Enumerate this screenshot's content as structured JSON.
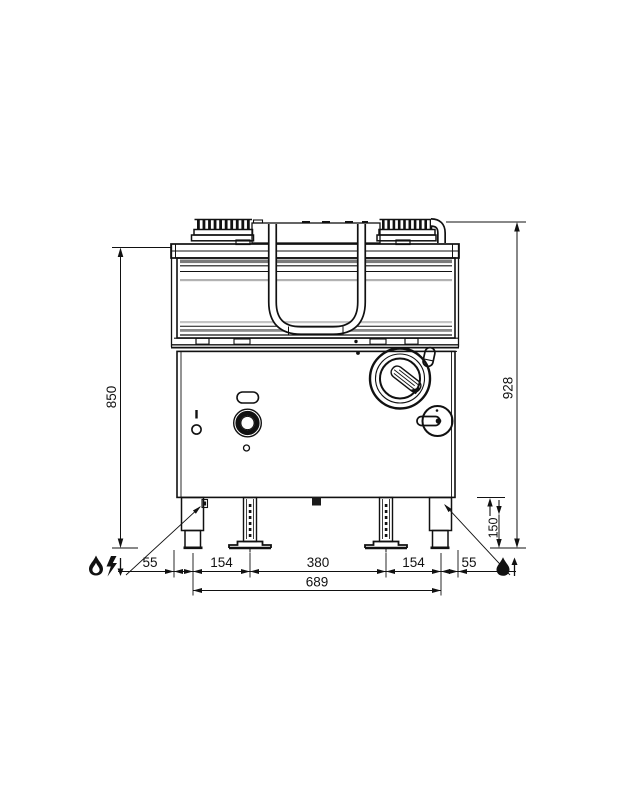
{
  "drawing": {
    "type": "technical-front-elevation",
    "subject": "gas tilting bratt pan on four legs",
    "dimensions": {
      "height_to_worktop": "850",
      "height_overall": "928",
      "leg_height": "150",
      "overall_width_legs": "689",
      "bottom_chain": [
        "55",
        "154",
        "380",
        "154",
        "55"
      ]
    },
    "symbols": {
      "left": "gas-and-electric-connection",
      "right": "water-connection"
    },
    "colors": {
      "line": "#111111",
      "shade_dark": "#7a7a7a",
      "shade_mid": "#9a9a9a",
      "shade_light": "#c0c0c0"
    }
  }
}
